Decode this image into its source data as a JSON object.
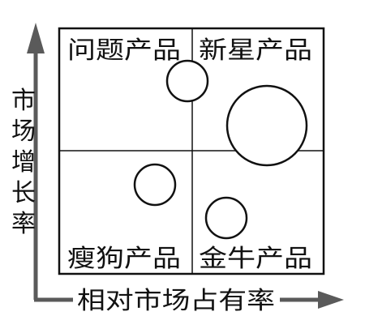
{
  "quadrants": {
    "question": "问题产品",
    "star": "新星产品",
    "dog": "瘦狗产品",
    "cow": "金牛产品"
  },
  "axes": {
    "y_chars": [
      "市",
      "场",
      "增",
      "长",
      "率"
    ],
    "x_label": "相对市场占有率"
  },
  "colors": {
    "line": "#111111",
    "arrow": "#5a5a5a"
  }
}
